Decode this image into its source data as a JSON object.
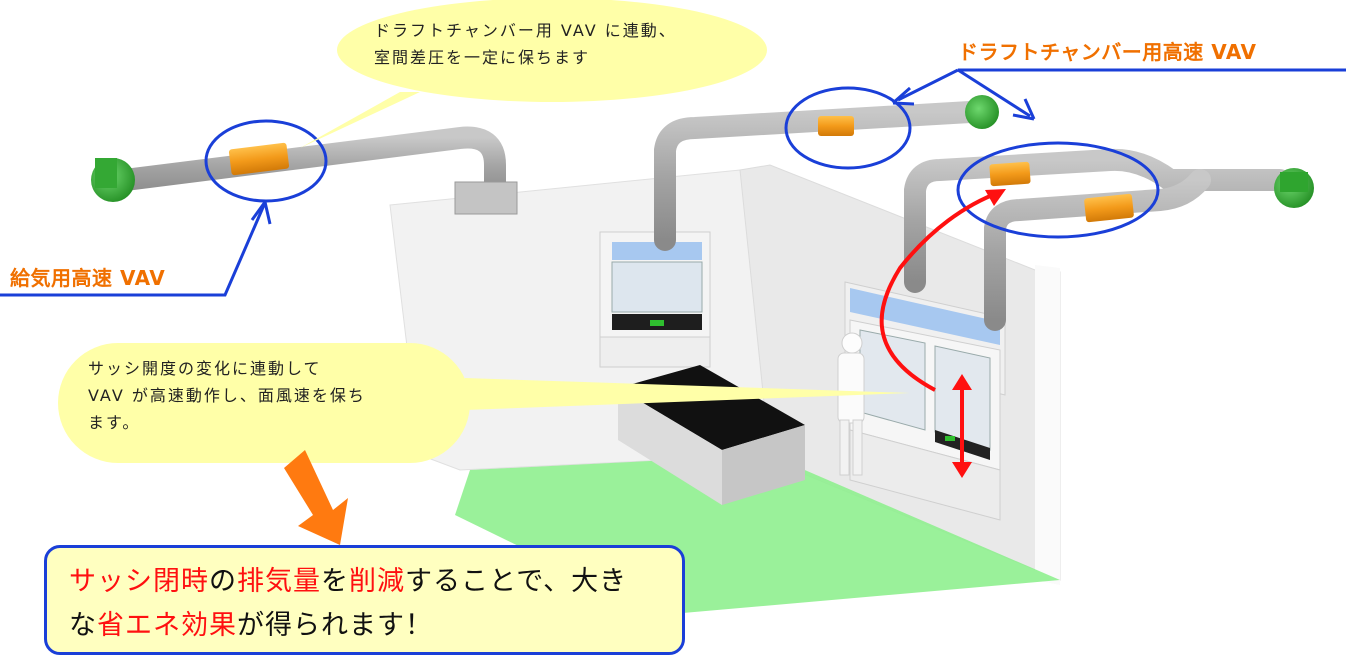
{
  "labels": {
    "supply_vav": "給気用高速 VAV",
    "draft_vav": "ドラフトチャンバー用高速 VAV"
  },
  "callouts": {
    "top_line1": "ドラフトチャンバー用 VAV に連動、",
    "top_line2": "室間差圧を一定に保ちます",
    "sash_line1": "サッシ開度の変化に連動して",
    "sash_line2": "VAV が高速動作し、面風速を保ち",
    "sash_line3": "ます。"
  },
  "summary": {
    "p1": "サッシ閉時",
    "p2": "の",
    "p3": "排気量",
    "p4": "を",
    "p5": "削減",
    "p6": "することで、大き",
    "p7": "な",
    "p8": "省エネ効果",
    "p9": "が得られます！"
  },
  "colors": {
    "label_orange": "#f07000",
    "highlight_red": "#ff1010",
    "outline_blue": "#1a3fd8",
    "callout_yellow": "#ffffa8",
    "floor_green": "#8ff08f",
    "duct_gray": "#9c9c9c",
    "vav_orange": "#f39a1a",
    "fan_green": "#2fa52f"
  }
}
